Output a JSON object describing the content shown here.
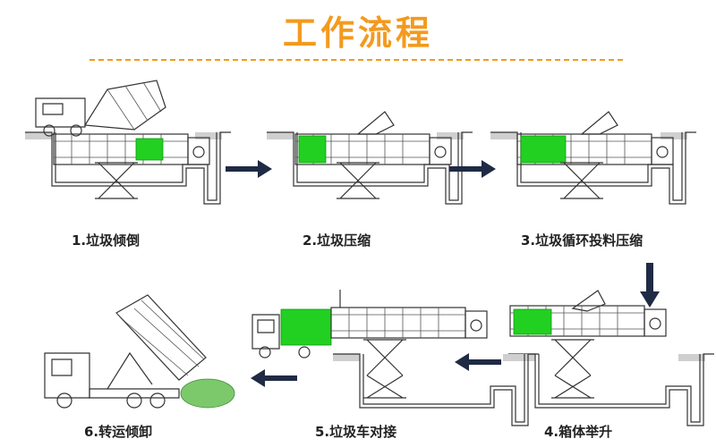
{
  "title": "工作流程",
  "steps": [
    {
      "label": "1.垃圾倾倒"
    },
    {
      "label": "2.垃圾压缩"
    },
    {
      "label": "3.垃圾循环投料压缩"
    },
    {
      "label": "4.箱体举升"
    },
    {
      "label": "5.垃圾车对接"
    },
    {
      "label": "6.转运倾卸"
    }
  ],
  "colors": {
    "title": "#f39a1e",
    "compartment": "#22d022",
    "arrow": "#1f2a44"
  },
  "icons": [
    "arrow-right-icon",
    "arrow-down-icon",
    "arrow-left-icon"
  ]
}
